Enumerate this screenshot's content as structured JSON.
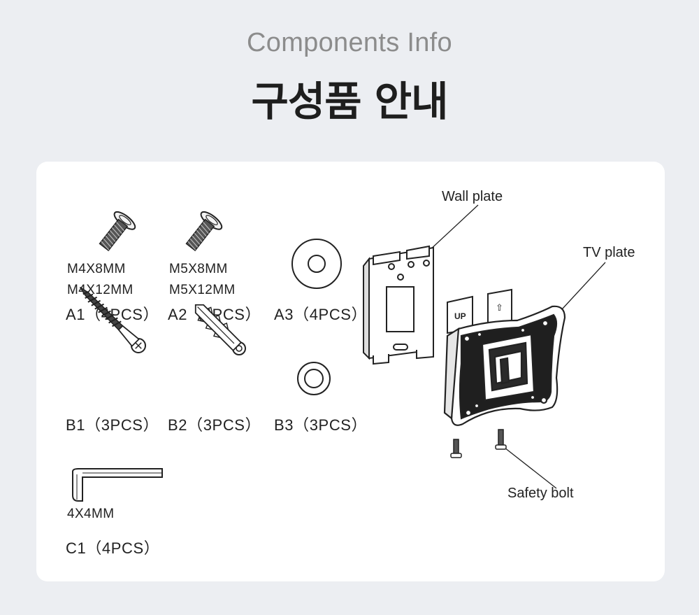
{
  "header": {
    "subtitle": "Components Info",
    "title": "구성품 안내"
  },
  "parts": {
    "a1": {
      "size1": "M4X8MM",
      "size2": "M4X12MM",
      "code": "A1（4PCS）"
    },
    "a2": {
      "size1": "M5X8MM",
      "size2": "M5X12MM",
      "code": "A2（4PCS）"
    },
    "a3": {
      "code": "A3（4PCS）"
    },
    "b1": {
      "code": "B1（3PCS）"
    },
    "b2": {
      "code": "B2（3PCS）"
    },
    "b3": {
      "code": "B3（3PCS）"
    },
    "c1": {
      "size": "4X4MM",
      "code": "C1（4PCS）"
    }
  },
  "callouts": {
    "wall_plate": "Wall plate",
    "tv_plate": "TV plate",
    "safety_bolt": "Safety bolt"
  },
  "diagram": {
    "tab_up": "UP",
    "tab_arrow": "⇧"
  }
}
